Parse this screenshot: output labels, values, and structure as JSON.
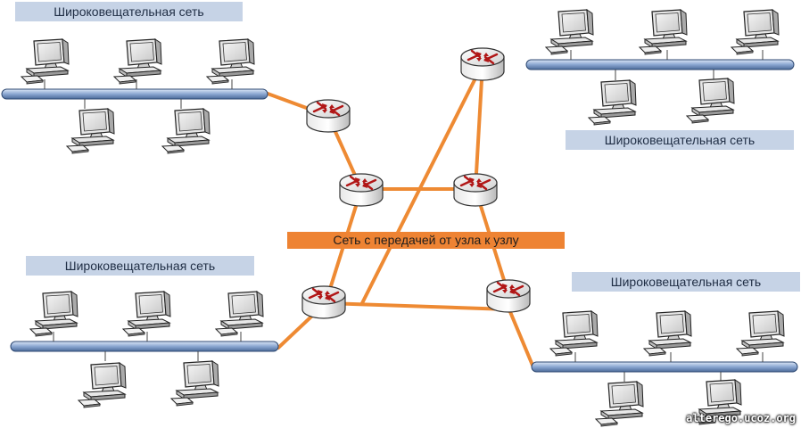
{
  "labels": {
    "net_top_left": "Широковещательная сеть",
    "net_top_right": "Широковещательная сеть",
    "net_bottom_left": "Широковещательная сеть",
    "net_bottom_right": "Широковещательная сеть",
    "p2p_network": "Сеть с передачей от узла к узлу"
  },
  "watermark": "alterego.ucoz.org",
  "colors": {
    "bus": "#7f9fcc",
    "bus_dark": "#3f5f8c",
    "link": "#ee8a33",
    "label_bg": "#c6d3e6",
    "router_arrow": "#c11a1a"
  }
}
